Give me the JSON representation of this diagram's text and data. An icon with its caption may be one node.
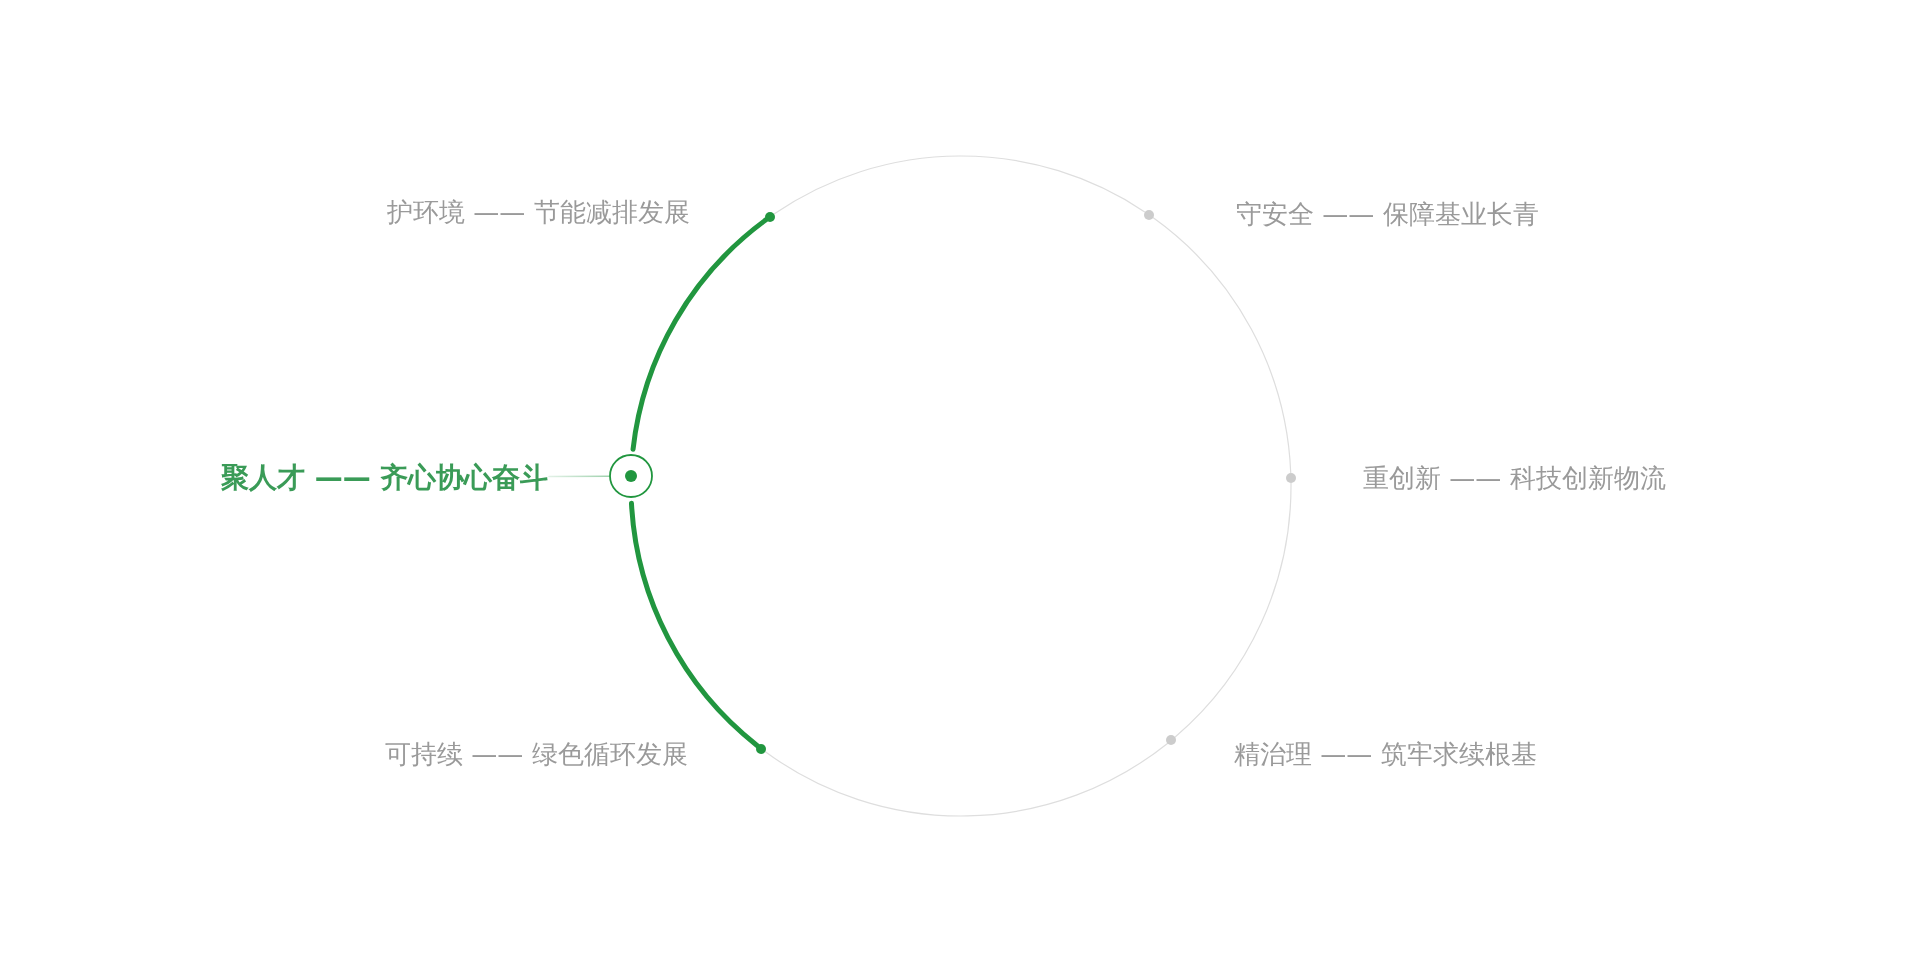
{
  "diagram": {
    "nodes": [
      {
        "text": [
          "护环境 —— 节能减排发展"
        ]
      },
      {
        "text": [],
        "shape": "circle"
      },
      {
        "text": [],
        "shape": "circle"
      },
      {
        "text": [
          "守安全 —— 保障基业长青"
        ]
      },
      {
        "text": [
          "聚人才 —— 齐心协心奋斗"
        ]
      },
      {
        "text": [],
        "shape": "circle"
      },
      {
        "text": [],
        "shape": "circle"
      },
      {
        "text": [
          "重创新 —— 科技创新物流"
        ]
      },
      {
        "text": [
          "可持续 —— 绿色循环发展"
        ]
      },
      {
        "text": [],
        "shape": "circle"
      },
      {
        "text": [],
        "shape": "circle"
      },
      {
        "text": [
          "精治理 —— 筑牢求续根基"
        ]
      }
    ],
    "edges": [
      {
        "from": 1,
        "to": 2,
        "arrow": "none"
      },
      {
        "from": 2,
        "to": 6,
        "arrow": "none"
      },
      {
        "from": 6,
        "to": 10,
        "arrow": "none"
      },
      {
        "from": 10,
        "to": 9,
        "arrow": "none"
      },
      {
        "from": 9,
        "to": 5,
        "arrow": "none",
        "style": "thick",
        "color": "#21963f"
      },
      {
        "from": 5,
        "to": 1,
        "arrow": "none",
        "style": "thick",
        "color": "#21963f"
      },
      {
        "from": 4,
        "to": 5,
        "arrow": "none",
        "color": "#9fd1ad"
      }
    ]
  }
}
